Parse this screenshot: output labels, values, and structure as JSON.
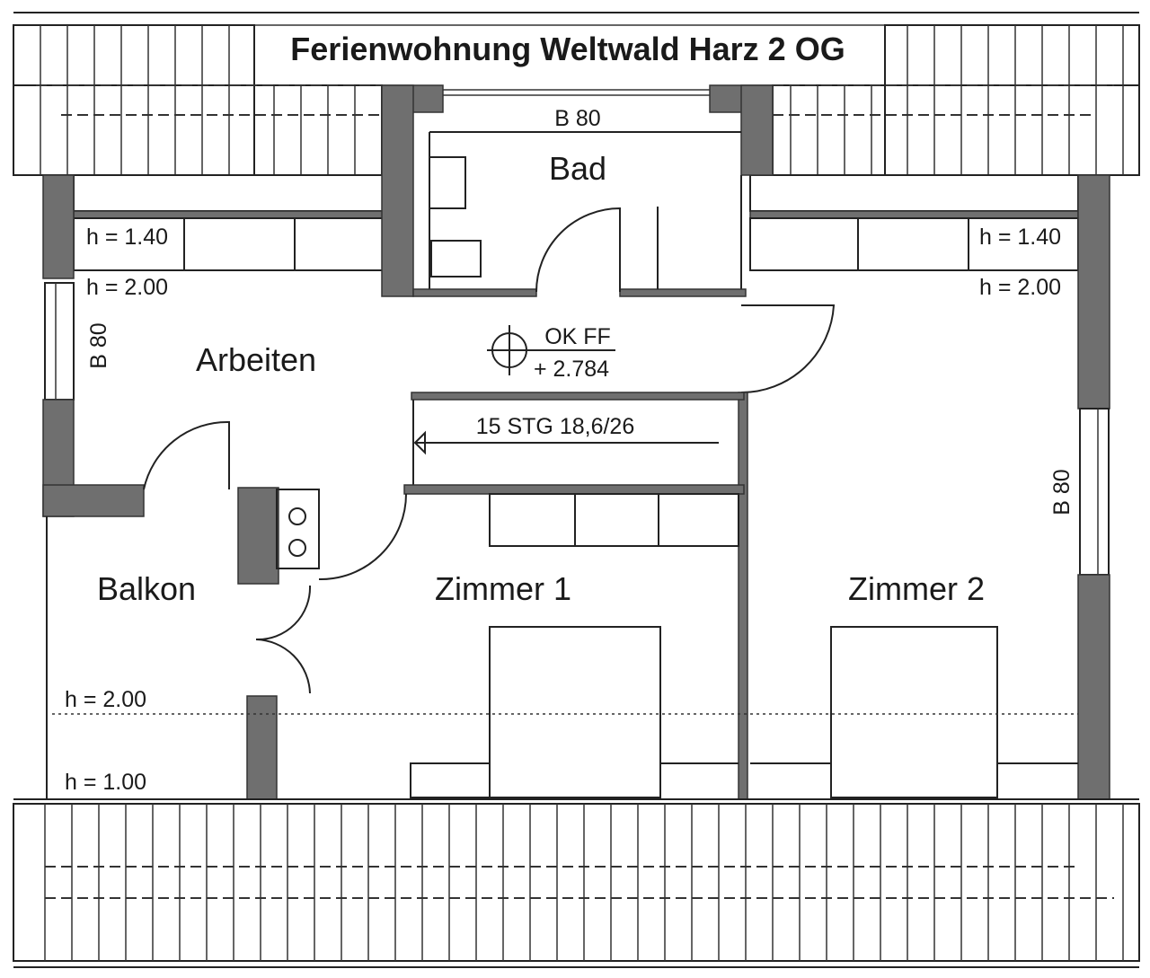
{
  "title": "Ferienwohnung Weltwald Harz 2 OG",
  "rooms": {
    "bad": "Bad",
    "arbeiten": "Arbeiten",
    "balkon": "Balkon",
    "zimmer1": "Zimmer 1",
    "zimmer2": "Zimmer 2"
  },
  "labels": {
    "bad_window": "B 80",
    "left_window": "B 80",
    "right_window": "B 80",
    "h_left_140": "h = 1.40",
    "h_left_200": "h = 2.00",
    "h_right_140": "h = 1.40",
    "h_right_200": "h = 2.00",
    "h_bottom_200": "h = 2.00",
    "h_bottom_100": "h = 1.00",
    "level_name": "OK FF",
    "level_value": "+ 2.784",
    "stairs": "15 STG 18,6/26"
  }
}
